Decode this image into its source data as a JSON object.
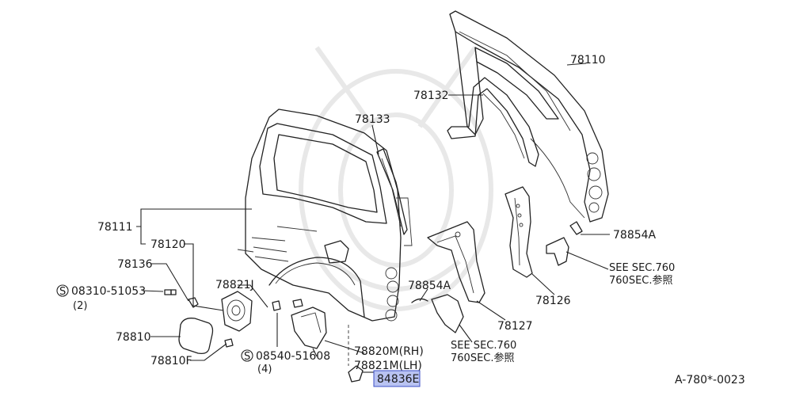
{
  "diagram": {
    "part_labels": {
      "p78110": "78110",
      "p78132": "78132",
      "p78133": "78133",
      "p78111": "78111",
      "p78120": "78120",
      "p78136": "78136",
      "p78854a_upper": "78854A",
      "p78854a_lower": "78854A",
      "p78821j": "78821J",
      "p78126": "78126",
      "p78127": "78127",
      "p78810": "78810",
      "p78810f": "78810F",
      "p78820m": "78820M(RH)",
      "p78821m": "78821M(LH)",
      "p84836e": "84836E"
    },
    "fasteners": {
      "screw_code": "08310-51053",
      "screw_qty": "(2)",
      "bolt_code": "08540-51608",
      "bolt_qty": "(4)",
      "std_symbol": "S"
    },
    "references": {
      "ref_upper_line1": "SEE SEC.760",
      "ref_upper_line2": "760SEC.参照",
      "ref_lower_line1": "SEE SEC.760",
      "ref_lower_line2": "760SEC.参照"
    },
    "figure_code": "A-780*-0023",
    "highlight_color": "#b9c3f2"
  }
}
